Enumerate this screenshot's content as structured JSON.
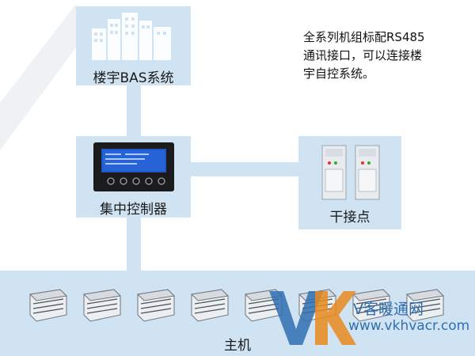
{
  "diagram": {
    "bas_label": "楼宇BAS系统",
    "note_lines": [
      "全系列机组标配RS485",
      "通讯接口，可以连接楼",
      "宇自控系统。"
    ],
    "controller_label": "集中控制器",
    "dry_contact_label": "干接点",
    "host_label": "主机",
    "units_count_icons": [
      "chiller-icon",
      "chiller-icon",
      "chiller-icon",
      "chiller-icon",
      "chiller-icon",
      "chiller-icon",
      "chiller-icon",
      "chiller-icon"
    ]
  },
  "watermark": {
    "logo_text": "VK",
    "brand_text": "暖通网",
    "brand_prefix": "V客",
    "url": "www.vkhvacr.com"
  },
  "colors": {
    "box": "#cfe3f2",
    "watermark_blue": "#2f6fb0",
    "watermark_orange": "#e8891d"
  }
}
